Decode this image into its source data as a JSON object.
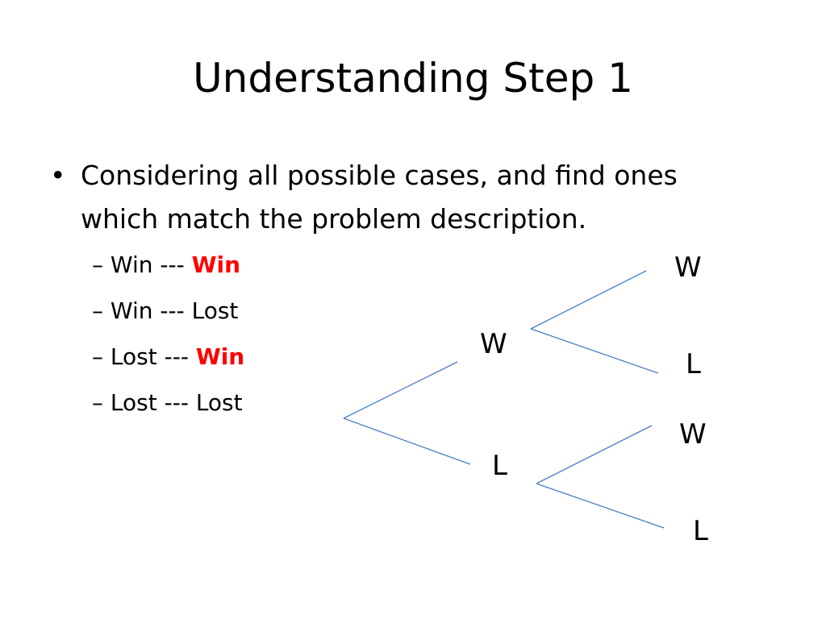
{
  "slide": {
    "title": "Understanding Step 1",
    "bullet": {
      "marker": "•",
      "text": "Considering all possible cases, and find ones which match the problem description."
    },
    "sub_items": [
      {
        "prefix": "– Win --- ",
        "emphasis": "Win",
        "highlighted": true
      },
      {
        "prefix": "– Win --- Lost",
        "emphasis": "",
        "highlighted": false
      },
      {
        "prefix": "– Lost --- ",
        "emphasis": "Win",
        "highlighted": true
      },
      {
        "prefix": "– Lost --- Lost",
        "emphasis": "",
        "highlighted": false
      }
    ]
  },
  "tree": {
    "level1": [
      "W",
      "L"
    ],
    "level2_from_W": [
      "W",
      "L"
    ],
    "level2_from_L": [
      "W",
      "L"
    ]
  },
  "colors": {
    "text": "#000000",
    "highlight": "#ff0000",
    "tree_line": "#4a7ebf"
  }
}
